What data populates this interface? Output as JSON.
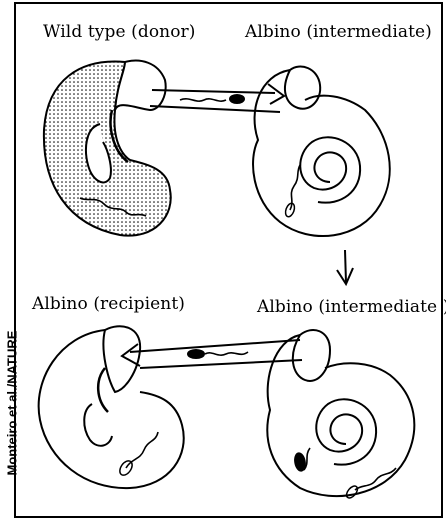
{
  "labels": {
    "wild_type": "Wild type (donor)",
    "albino_intermediate_top": "Albino (intermediate)",
    "albino_recipient": "Albino (recipient)",
    "albino_intermediate_bottom": "Albino (intermediate )"
  },
  "credit": "Monteiro et al./NATURE",
  "colors": {
    "ink": "#000000",
    "paper": "#ffffff"
  }
}
